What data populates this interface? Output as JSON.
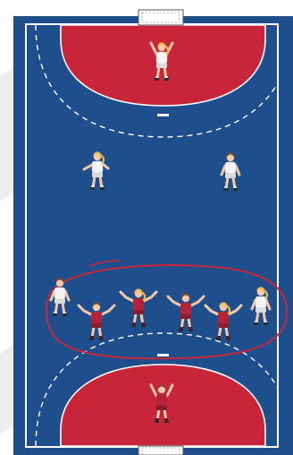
{
  "colors": {
    "court": "#1E4F8C",
    "area": "#C8253A",
    "lines": "#FFFFFF",
    "team_white": "#F3F3F3",
    "team_red": "#B3243A",
    "highlight_ring": "#C8253A",
    "background_shadow": "#EEEEEE"
  },
  "court": {
    "orientation": "vertical",
    "goals": [
      "top-goal",
      "bottom-goal"
    ],
    "areas": [
      "top-goal-area",
      "bottom-goal-area"
    ]
  },
  "players": [
    {
      "id": "top-goalkeeper",
      "team": "white",
      "role": "goalkeeper",
      "pose": "arms-up",
      "hair": "blonde"
    },
    {
      "id": "white-back-left",
      "team": "white",
      "role": "field",
      "pose": "throw",
      "hair": "blonde"
    },
    {
      "id": "white-back-right",
      "team": "white",
      "role": "field",
      "pose": "stand",
      "hair": "brown"
    },
    {
      "id": "white-wing-left",
      "team": "white",
      "role": "field",
      "pose": "stand",
      "hair": "brown"
    },
    {
      "id": "white-wing-right",
      "team": "white",
      "role": "field",
      "pose": "stand",
      "hair": "blonde"
    },
    {
      "id": "red-defender-1",
      "team": "red",
      "role": "defender",
      "pose": "arms-out",
      "hair": "brown"
    },
    {
      "id": "red-defender-2",
      "team": "red",
      "role": "defender",
      "pose": "arms-out",
      "hair": "blonde"
    },
    {
      "id": "red-defender-3",
      "team": "red",
      "role": "defender",
      "pose": "arms-out",
      "hair": "brown"
    },
    {
      "id": "red-defender-4",
      "team": "red",
      "role": "defender",
      "pose": "arms-out",
      "hair": "blonde"
    },
    {
      "id": "bottom-goalkeeper",
      "team": "red",
      "role": "goalkeeper",
      "pose": "arms-up",
      "hair": "brown"
    }
  ],
  "highlight": {
    "label": "",
    "shape": "ellipse"
  }
}
